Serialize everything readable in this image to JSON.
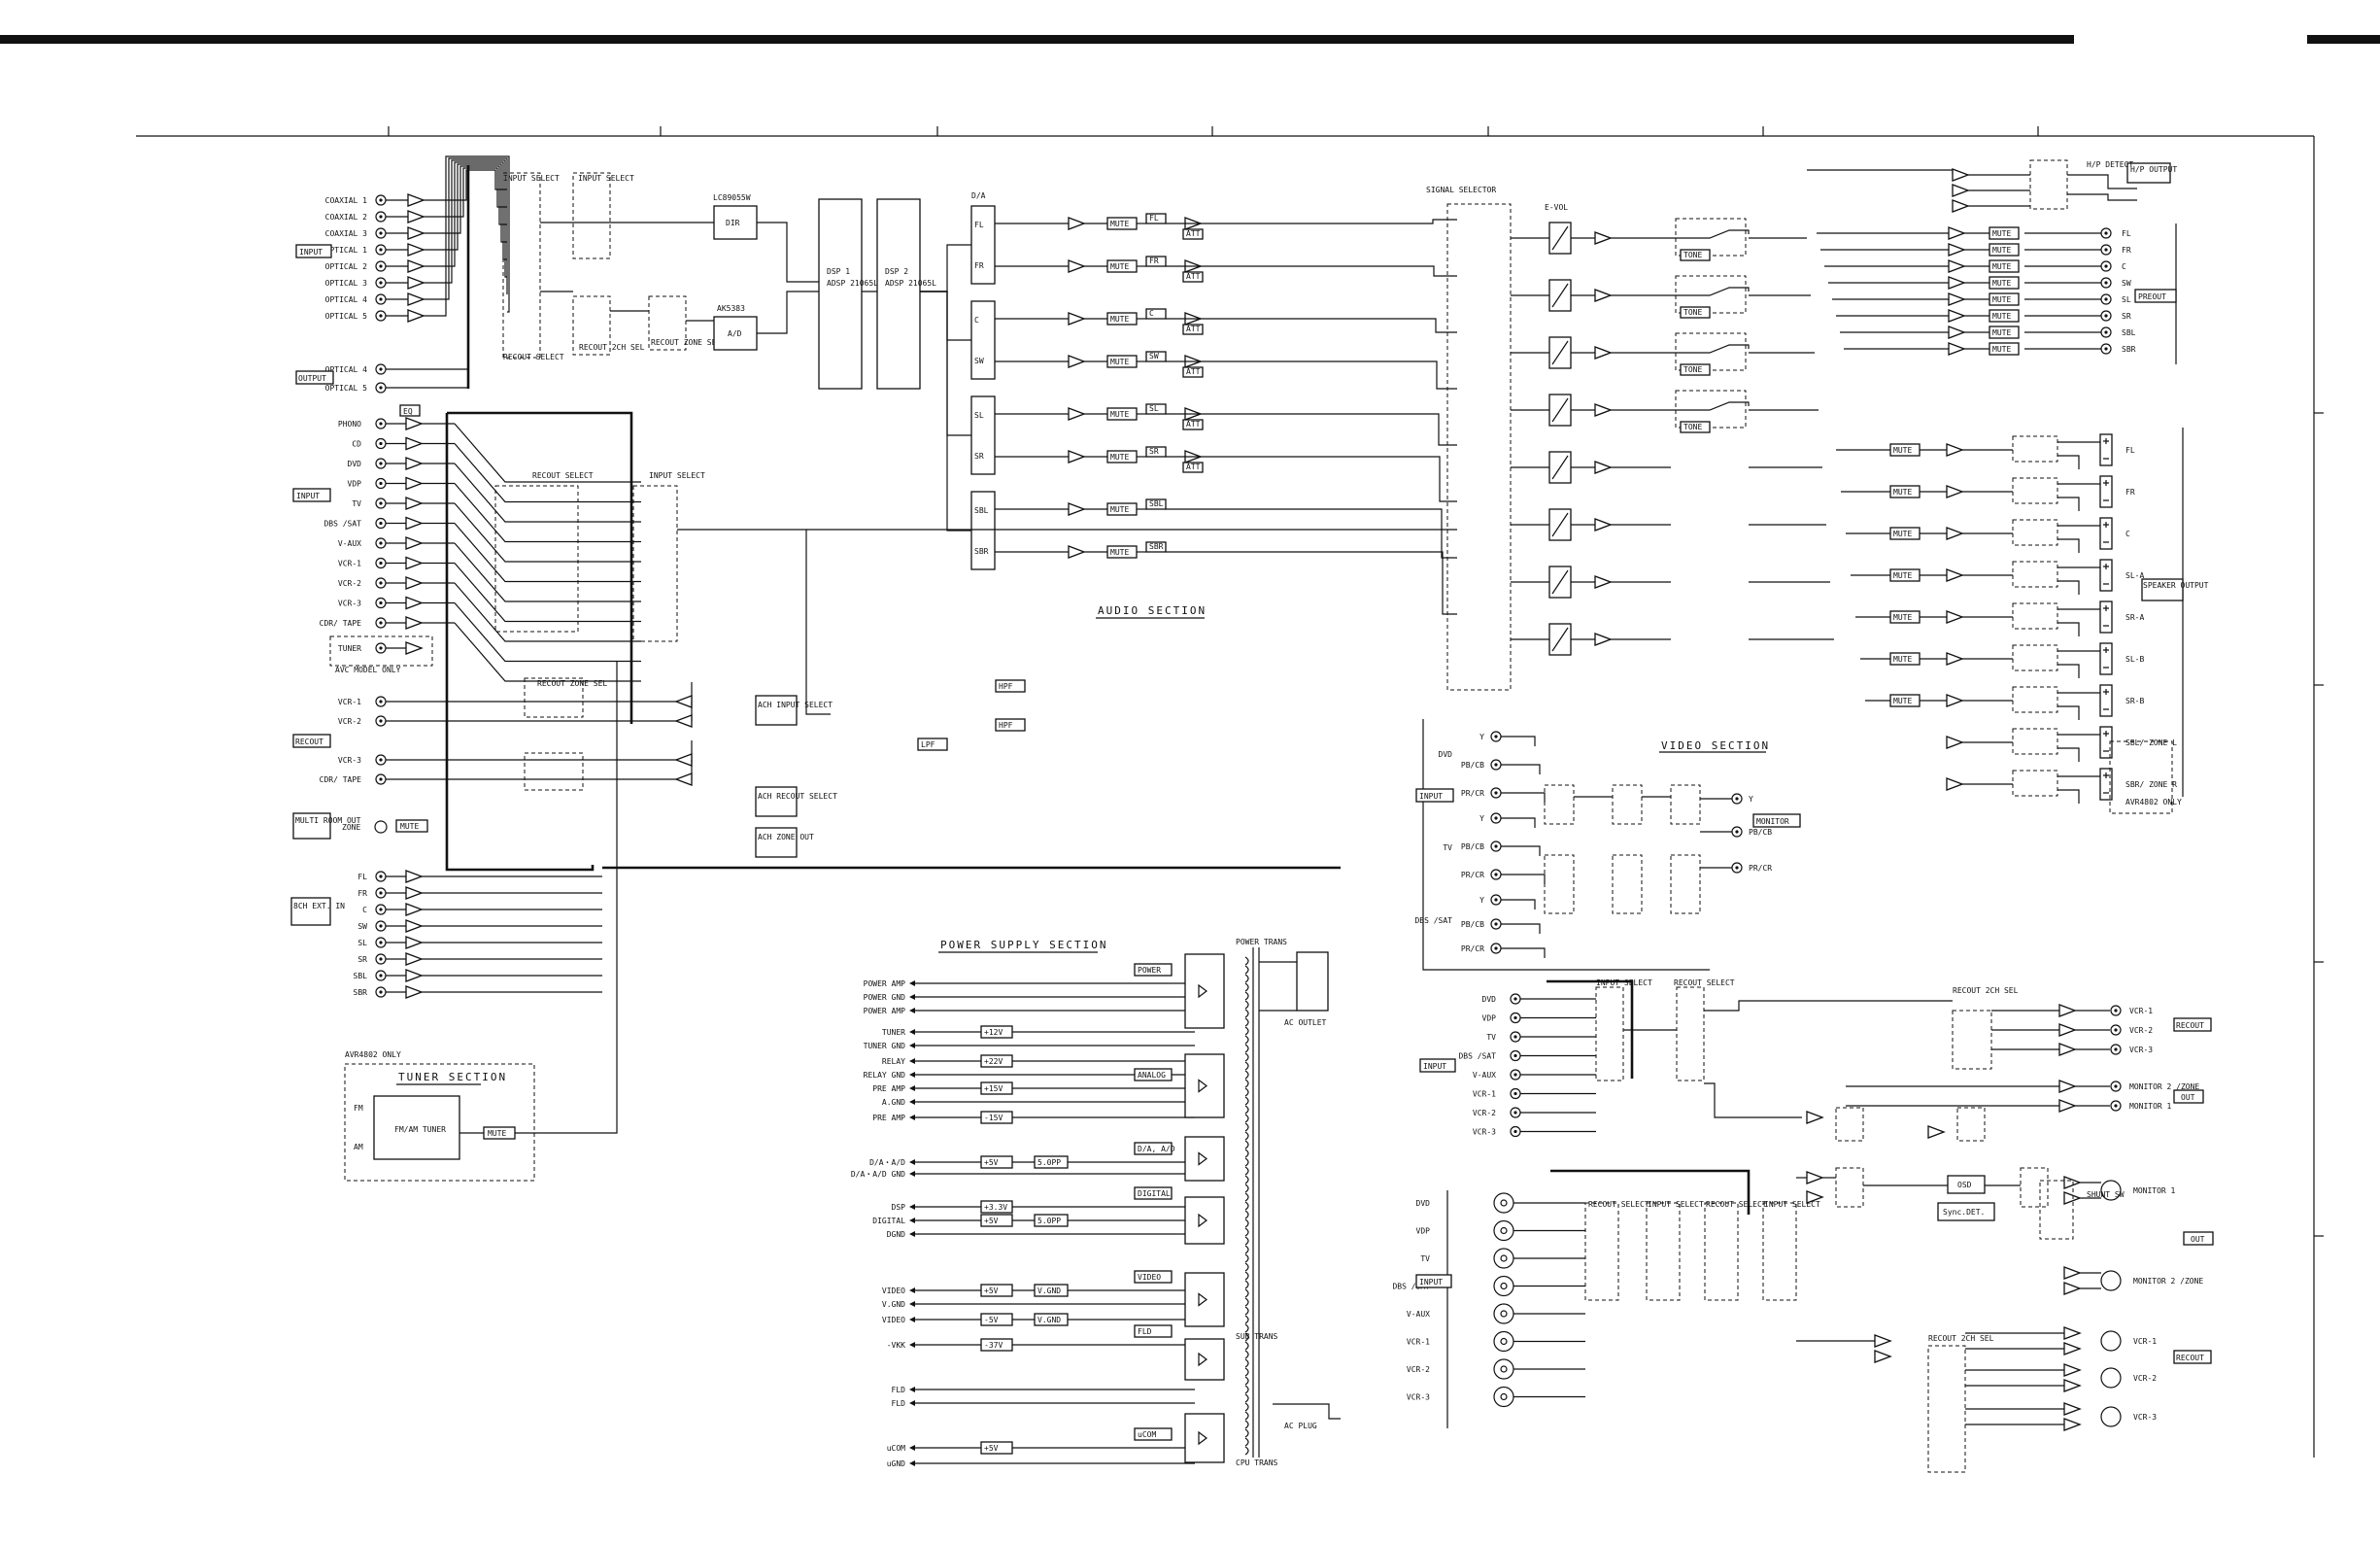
{
  "sections": {
    "audio": "AUDIO SECTION",
    "video": "VIDEO SECTION",
    "power": "POWER SUPPLY SECTION",
    "tuner": "TUNER SECTION",
    "signal_selector": "SIGNAL SELECTOR"
  },
  "notes": {
    "avc_model_only": "AVC MODEL ONLY",
    "avr_only": "AVR4802 ONLY"
  },
  "digital_inputs": [
    "COAXIAL 1",
    "COAXIAL 2",
    "COAXIAL 3",
    "OPTICAL 1",
    "OPTICAL 2",
    "OPTICAL 3",
    "OPTICAL 4",
    "OPTICAL 5"
  ],
  "digital_outputs": [
    "OPTICAL 4",
    "OPTICAL 5"
  ],
  "analog_inputs": [
    "PHONO",
    "CD",
    "DVD",
    "VDP",
    "TV",
    "DBS /SAT",
    "V-AUX",
    "VCR-1",
    "VCR-2",
    "VCR-3",
    "CDR/ TAPE"
  ],
  "tuner_input": "TUNER",
  "rec_outputs": [
    "VCR-1",
    "VCR-2",
    "VCR-3",
    "CDR/ TAPE"
  ],
  "multi_zone": {
    "label": "MULTI ROOM OUT",
    "port": "ZONE",
    "mute": "MUTE"
  },
  "ext_in": {
    "label": "8CH EXT. IN",
    "channels": [
      "FL",
      "FR",
      "C",
      "SW",
      "SL",
      "SR",
      "SBL",
      "SBR"
    ]
  },
  "side_labels": {
    "input": "INPUT",
    "output": "OUTPUT",
    "recout": "RECOUT",
    "preout": "PREOUT",
    "speaker_output": "SPEAKER OUTPUT",
    "out": "OUT",
    "monitor": "MONITOR"
  },
  "blocks": {
    "dir": "DIR",
    "dir_chip": "LC89055W",
    "ad": "A/D",
    "ad_chip": "AK5383",
    "dsp1": "DSP 1",
    "dsp2": "DSP 2",
    "dsp_chip": "ADSP 21065L",
    "da": "D/A",
    "eq": "EQ",
    "tone": "TONE",
    "att": "ATT",
    "mute": "MUTE",
    "hpf": "HPF",
    "lpf": "LPF",
    "evol": "E-VOL",
    "fm_am_tuner": "FM/AM TUNER",
    "osd": "OSD",
    "sync_det": "Sync.DET.",
    "hp_detect": "H/P DETECT",
    "hp_output": "H/P OUTPUT"
  },
  "selectors": {
    "input_select": "INPUT SELECT",
    "recout_select": "RECOUT SELECT",
    "recout_2ch_sel": "RECOUT 2CH SEL",
    "recout_zone_sel": "RECOUT ZONE SEL",
    "recout_zone_sel2": "RECOUT ZONE SEL",
    "input_select_2": "INPUT SELECT",
    "recout_select_2": "RECOUT SELECT",
    "ach_input_select": "ACH INPUT SELECT",
    "ach_recout_select": "ACH RECOUT SELECT",
    "ach_zone_out": "ACH ZONE OUT",
    "input_select_v": "INPUT SELECT",
    "recout_select_v": "RECOUT SELECT",
    "recout_2ch_sel_v": "RECOUT 2CH SEL",
    "input_select_s1": "INPUT SELECT",
    "recout_select_s1": "RECOUT SELECT",
    "recout_select_s2": "RECOUT SELECT",
    "input_select_s2": "INPUT SELECT",
    "recout_2ch_sel_s": "RECOUT 2CH SEL"
  },
  "dsp_channels": [
    "FL",
    "FR",
    "C",
    "SW",
    "SL",
    "SR",
    "SBL",
    "SBR"
  ],
  "preout_channels": [
    "FL",
    "FR",
    "C",
    "SW",
    "SL",
    "SR",
    "SBL",
    "SBR"
  ],
  "speaker_channels": [
    "FL",
    "FR",
    "C",
    "SL-A",
    "SR-A",
    "SL-B",
    "SR-B",
    "SBL/ ZONE L",
    "SBR/ ZONE R"
  ],
  "speaker_note": "AVR4802 ONLY",
  "video_inputs_1": {
    "groups": [
      {
        "name": "DVD",
        "ports": [
          "Y",
          "PB/CB",
          "PR/CR"
        ]
      },
      {
        "name": "TV",
        "ports": [
          "Y",
          "PB/CB",
          "PR/CR"
        ]
      },
      {
        "name": "DBS /SAT",
        "ports": [
          "Y",
          "PB/CB",
          "PR/CR"
        ]
      }
    ]
  },
  "video_monitor_out": [
    "Y",
    "PB/CB",
    "PR/CR"
  ],
  "video_inputs_2": [
    "DVD",
    "VDP",
    "TV",
    "DBS /SAT",
    "V-AUX",
    "VCR-1",
    "VCR-2",
    "VCR-3"
  ],
  "video_recout_1": [
    "VCR-1",
    "VCR-2",
    "VCR-3"
  ],
  "video_monitor_1": [
    "MONITOR 2 /ZONE",
    "MONITOR 1"
  ],
  "svideo_inputs": [
    "DVD",
    "VDP",
    "TV",
    "DBS /SAT",
    "V-AUX",
    "VCR-1",
    "VCR-2",
    "VCR-3"
  ],
  "svideo_monitor": [
    "MONITOR 1",
    "MONITOR 2 /ZONE"
  ],
  "svideo_recout": [
    "VCR-1",
    "VCR-2",
    "VCR-3"
  ],
  "shunt_sw": "SHUNT SW",
  "power": {
    "rails": [
      {
        "label": "POWER AMP",
        "block": "",
        "tag": "POWER"
      },
      {
        "label": "POWER GND",
        "block": "",
        "tag": ""
      },
      {
        "label": "POWER AMP",
        "block": "",
        "tag": ""
      },
      {
        "label": "TUNER",
        "block": "+12V",
        "tag": ""
      },
      {
        "label": "TUNER GND",
        "block": "",
        "tag": ""
      },
      {
        "label": "RELAY",
        "block": "+22V",
        "tag": ""
      },
      {
        "label": "RELAY GND",
        "block": "",
        "tag": ""
      },
      {
        "label": "PRE AMP",
        "block": "+15V",
        "tag": "ANALOG"
      },
      {
        "label": "A.GND",
        "block": "",
        "tag": ""
      },
      {
        "label": "PRE AMP",
        "block": "-15V",
        "tag": ""
      },
      {
        "label": "D/A・A/D",
        "block": "+5V",
        "tag": "D/A, A/D",
        "block2": "5.0PP"
      },
      {
        "label": "D/A・A/D GND",
        "block": "",
        "tag": ""
      },
      {
        "label": "DSP",
        "block": "+3.3V",
        "tag": "DIGITAL"
      },
      {
        "label": "DIGITAL",
        "block": "+5V",
        "tag": "",
        "block2": "5.0PP"
      },
      {
        "label": "DGND",
        "block": "",
        "tag": ""
      },
      {
        "label": "VIDEO",
        "block": "+5V",
        "tag": "VIDEO",
        "block2": "V.GND"
      },
      {
        "label": "V.GND",
        "block": "",
        "tag": ""
      },
      {
        "label": "VIDEO",
        "block": "-5V",
        "tag": "",
        "block2": "V.GND"
      },
      {
        "label": "-VKK",
        "block": "-37V",
        "tag": "FLD"
      },
      {
        "label": "FLD",
        "block": "",
        "tag": ""
      },
      {
        "label": "FLD",
        "block": "",
        "tag": ""
      },
      {
        "label": "uCOM",
        "block": "+5V",
        "tag": "uCOM"
      },
      {
        "label": "uGND",
        "block": "",
        "tag": ""
      }
    ],
    "power_trans": "POWER TRANS",
    "sub_trans": "SUB TRANS",
    "cpu_trans": "CPU TRANS",
    "ac_outlet": "AC OUTLET",
    "ac_plug": "AC PLUG"
  }
}
